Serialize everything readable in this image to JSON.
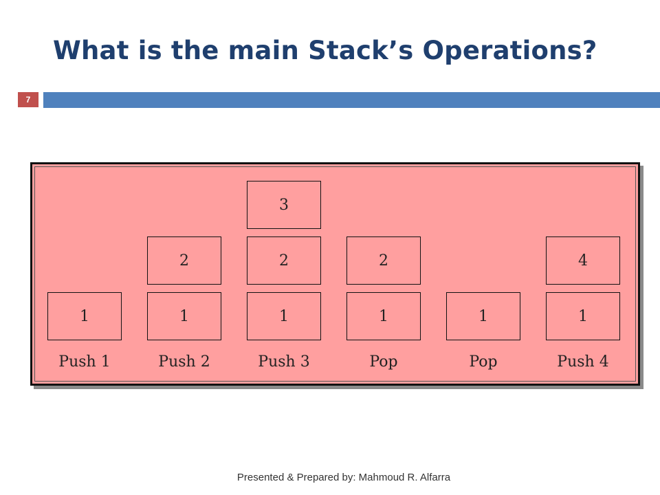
{
  "slide": {
    "title": "What is the main Stack’s Operations?",
    "number": "7",
    "footer": "Presented & Prepared by: Mahmoud R. Alfarra"
  },
  "diagram": {
    "operations": [
      {
        "label": "Push 1",
        "stack": [
          "1"
        ]
      },
      {
        "label": "Push 2",
        "stack": [
          "1",
          "2"
        ]
      },
      {
        "label": "Push 3",
        "stack": [
          "1",
          "2",
          "3"
        ]
      },
      {
        "label": "Pop",
        "stack": [
          "1",
          "2"
        ]
      },
      {
        "label": "Pop",
        "stack": [
          "1"
        ]
      },
      {
        "label": "Push 4",
        "stack": [
          "1",
          "4"
        ]
      }
    ]
  }
}
